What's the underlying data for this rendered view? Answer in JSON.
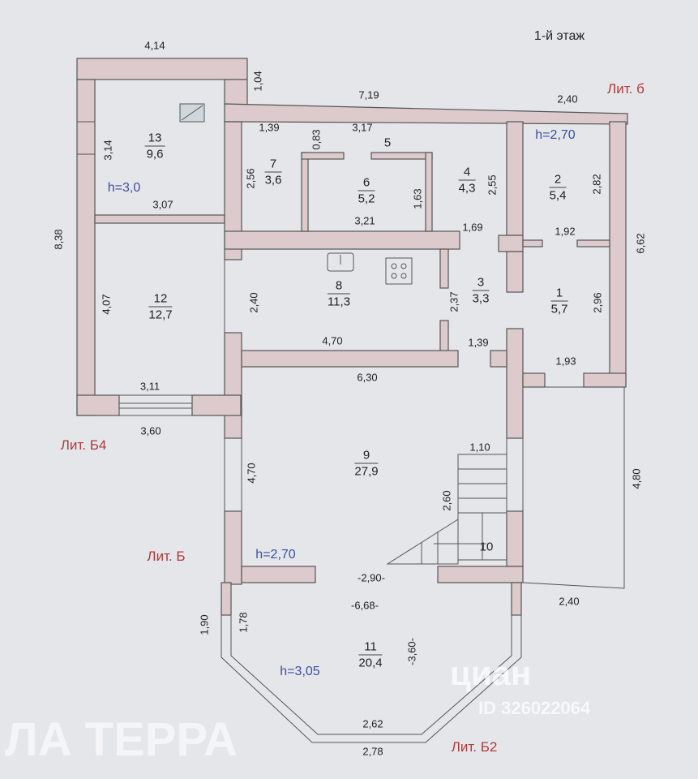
{
  "title": "1-й этаж",
  "watermark": "ЛА ТЕРРА",
  "listing": {
    "brand": "циан",
    "id": "ID 326022064"
  },
  "liters": {
    "b": "Лит. б",
    "b4": "Лит. Б4",
    "B": "Лит. Б",
    "b2": "Лит. Б2"
  },
  "heights": {
    "r13": "h=3,0",
    "r2": "h=2,70",
    "r9": "h=2,70",
    "r11": "h=3,05"
  },
  "rooms": [
    {
      "num": "1",
      "area": "5,7"
    },
    {
      "num": "2",
      "area": "5,4"
    },
    {
      "num": "3",
      "area": "3,3"
    },
    {
      "num": "4",
      "area": "4,3"
    },
    {
      "num": "5",
      "area": ""
    },
    {
      "num": "6",
      "area": "5,2"
    },
    {
      "num": "7",
      "area": "3,6"
    },
    {
      "num": "8",
      "area": "11,3"
    },
    {
      "num": "9",
      "area": "27,9"
    },
    {
      "num": "10",
      "area": ""
    },
    {
      "num": "11",
      "area": "20,4"
    },
    {
      "num": "12",
      "area": "12,7"
    },
    {
      "num": "13",
      "area": "9,6"
    }
  ],
  "dims": {
    "d414": "4,14",
    "d104": "1,04",
    "d719": "7,19",
    "d240a": "2,40",
    "d139a": "1,39",
    "d083": "0,83",
    "d317": "3,17",
    "d314": "3,14",
    "d256": "2,56",
    "d307": "3,07",
    "d163": "1,63",
    "d255": "2,55",
    "d282": "2,82",
    "d321": "3,21",
    "d169": "1,69",
    "d192": "1,92",
    "d662": "6,62",
    "d838": "8,38",
    "d407": "4,07",
    "d240b": "2,40",
    "d237": "2,37",
    "d296": "2,96",
    "d470a": "4,70",
    "d139b": "1,39",
    "d193": "1,93",
    "d630": "6,30",
    "d311": "3,11",
    "d360a": "3,60",
    "d110": "1,10",
    "d470b": "4,70",
    "d480": "4,80",
    "d260": "2,60",
    "d290": "-2,90-",
    "d240c": "2,40",
    "d668": "-6,68-",
    "d190": "1,90",
    "d178": "1,78",
    "d360b": "-3,60-",
    "d262": "2,62",
    "d278": "2,78"
  }
}
